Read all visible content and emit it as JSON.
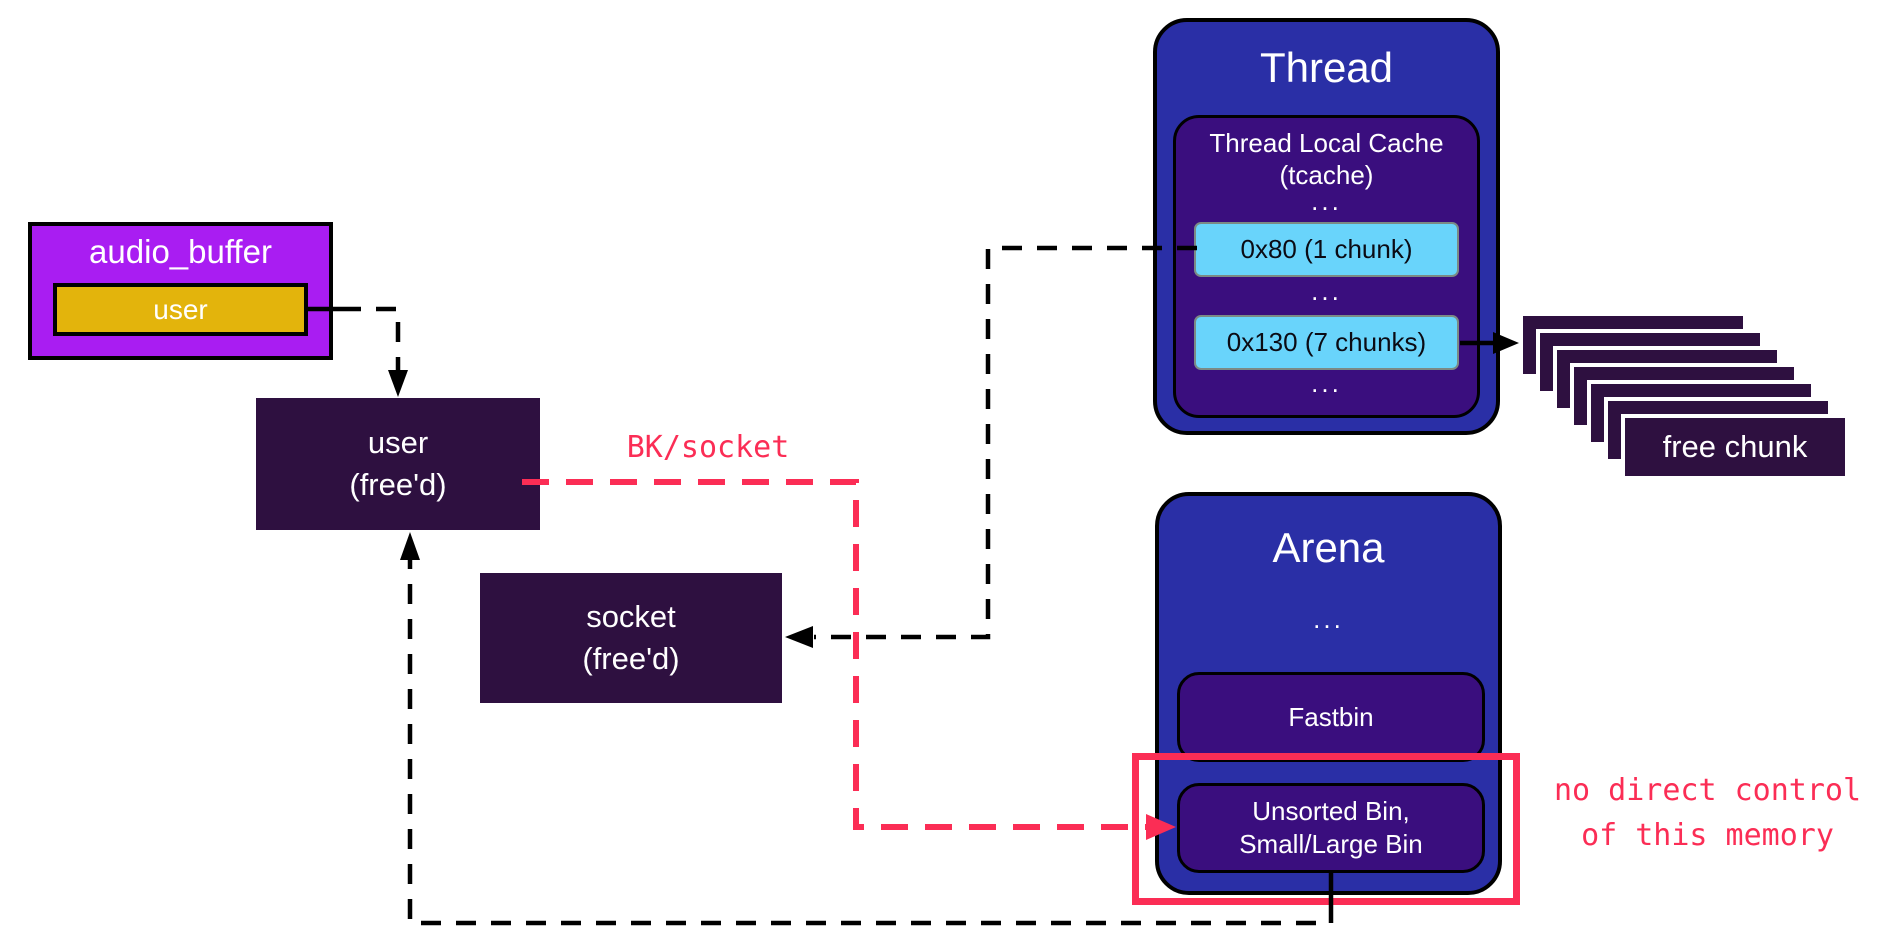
{
  "diagram": {
    "audio_buffer": {
      "label": "audio_buffer",
      "inner_label": "user"
    },
    "user_freed": {
      "line1": "user",
      "line2": "(free'd)"
    },
    "socket_freed": {
      "line1": "socket",
      "line2": "(free'd)"
    },
    "thread": {
      "title": "Thread",
      "tcache": {
        "line1": "Thread Local Cache",
        "line2": "(tcache)",
        "ellipsis": "...",
        "bins": [
          {
            "label": "0x80 (1 chunk)"
          },
          {
            "label": "0x130 (7 chunks)"
          }
        ]
      }
    },
    "free_chunk_stack": {
      "label": "free chunk",
      "count": 7
    },
    "arena": {
      "title": "Arena",
      "ellipsis": "...",
      "bins": [
        {
          "label": "Fastbin"
        },
        {
          "line1": "Unsorted Bin,",
          "line2": "Small/Large Bin"
        }
      ]
    },
    "annotations": {
      "bk_socket": "BK/socket",
      "no_control_line1": "no direct control",
      "no_control_line2": "of this memory"
    },
    "colors": {
      "purple": "#A91DF2",
      "yellow": "#E3B40C",
      "dark": "#2E1040",
      "blue": "#2A2FA6",
      "indigo": "#3A0E7E",
      "lightblue": "#69D4FB",
      "red": "#FB2D55"
    }
  }
}
